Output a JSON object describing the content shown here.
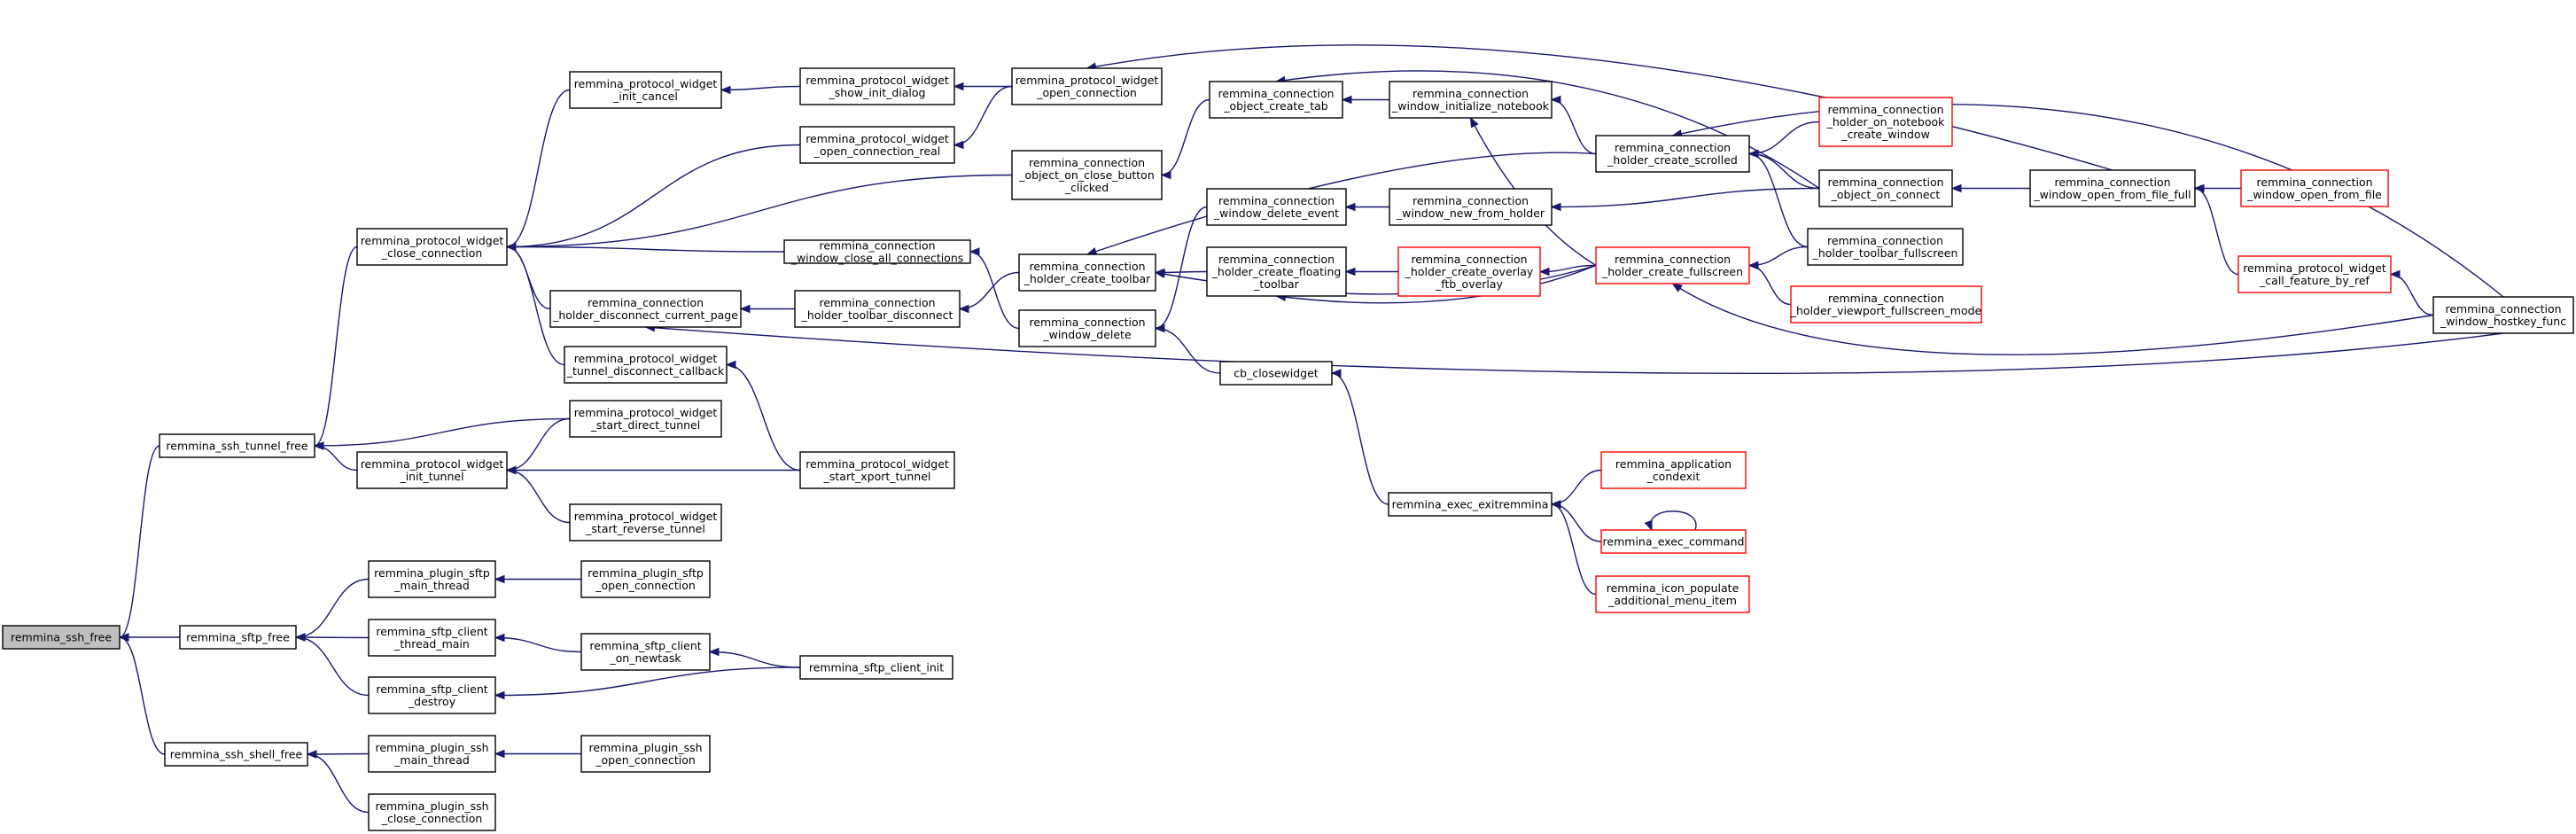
{
  "diagram": {
    "colors": {
      "edge": "#191970",
      "node_border": "#000000",
      "node_border_incomplete": "#ff0000",
      "node_fill": "#ffffff",
      "node_fill_focus": "#bfbfbf"
    },
    "nodes": [
      {
        "id": "n0",
        "lines": [
          "remmina_ssh_free"
        ],
        "focus": true
      },
      {
        "id": "n1",
        "lines": [
          "remmina_ssh_tunnel_free"
        ]
      },
      {
        "id": "n2",
        "lines": [
          "remmina_sftp_free"
        ]
      },
      {
        "id": "n3",
        "lines": [
          "remmina_ssh_shell_free"
        ]
      },
      {
        "id": "n4",
        "lines": [
          "remmina_protocol_widget",
          "_close_connection"
        ]
      },
      {
        "id": "n5",
        "lines": [
          "remmina_protocol_widget",
          "_init_tunnel"
        ]
      },
      {
        "id": "n6",
        "lines": [
          "remmina_plugin_sftp",
          "_main_thread"
        ]
      },
      {
        "id": "n7",
        "lines": [
          "remmina_sftp_client",
          "_thread_main"
        ]
      },
      {
        "id": "n8",
        "lines": [
          "remmina_sftp_client",
          "_destroy"
        ]
      },
      {
        "id": "n9",
        "lines": [
          "remmina_plugin_ssh",
          "_main_thread"
        ]
      },
      {
        "id": "n10",
        "lines": [
          "remmina_plugin_ssh",
          "_close_connection"
        ]
      },
      {
        "id": "n11",
        "lines": [
          "remmina_protocol_widget",
          "_init_cancel"
        ]
      },
      {
        "id": "n12",
        "lines": [
          "remmina_connection",
          "_holder_disconnect_current_page"
        ]
      },
      {
        "id": "n13",
        "lines": [
          "remmina_protocol_widget",
          "_tunnel_disconnect_callback"
        ]
      },
      {
        "id": "n14",
        "lines": [
          "remmina_protocol_widget",
          "_start_direct_tunnel"
        ]
      },
      {
        "id": "n15",
        "lines": [
          "remmina_protocol_widget",
          "_start_reverse_tunnel"
        ]
      },
      {
        "id": "n16",
        "lines": [
          "remmina_plugin_sftp",
          "_open_connection"
        ]
      },
      {
        "id": "n17",
        "lines": [
          "remmina_sftp_client",
          "_on_newtask"
        ]
      },
      {
        "id": "n18",
        "lines": [
          "remmina_plugin_ssh",
          "_open_connection"
        ]
      },
      {
        "id": "n19",
        "lines": [
          "remmina_protocol_widget",
          "_show_init_dialog"
        ]
      },
      {
        "id": "n20",
        "lines": [
          "remmina_protocol_widget",
          "_open_connection_real"
        ]
      },
      {
        "id": "n21",
        "lines": [
          "remmina_connection",
          "_window_close_all_connections"
        ]
      },
      {
        "id": "n22",
        "lines": [
          "remmina_connection",
          "_holder_toolbar_disconnect"
        ]
      },
      {
        "id": "n23",
        "lines": [
          "remmina_protocol_widget",
          "_start_xport_tunnel"
        ]
      },
      {
        "id": "n24",
        "lines": [
          "remmina_sftp_client_init"
        ]
      },
      {
        "id": "n25",
        "lines": [
          "remmina_protocol_widget",
          "_open_connection"
        ]
      },
      {
        "id": "n26",
        "lines": [
          "remmina_connection",
          "_object_on_close_button",
          "_clicked"
        ]
      },
      {
        "id": "n27",
        "lines": [
          "remmina_connection",
          "_holder_create_toolbar"
        ]
      },
      {
        "id": "n28",
        "lines": [
          "remmina_connection",
          "_window_delete"
        ]
      },
      {
        "id": "n29",
        "lines": [
          "remmina_connection",
          "_object_create_tab"
        ]
      },
      {
        "id": "n30",
        "lines": [
          "remmina_connection",
          "_window_delete_event"
        ]
      },
      {
        "id": "n31",
        "lines": [
          "remmina_connection",
          "_holder_create_floating",
          "_toolbar"
        ]
      },
      {
        "id": "n32",
        "lines": [
          "cb_closewidget"
        ]
      },
      {
        "id": "n33",
        "lines": [
          "remmina_connection",
          "_window_initialize_notebook"
        ]
      },
      {
        "id": "n34",
        "lines": [
          "remmina_connection",
          "_window_new_from_holder"
        ]
      },
      {
        "id": "n35",
        "lines": [
          "remmina_connection",
          "_holder_create_overlay",
          "_ftb_overlay"
        ],
        "incomplete": true
      },
      {
        "id": "n36",
        "lines": [
          "remmina_exec_exitremmina"
        ]
      },
      {
        "id": "n37",
        "lines": [
          "remmina_connection",
          "_holder_create_scrolled"
        ]
      },
      {
        "id": "n38",
        "lines": [
          "remmina_connection",
          "_holder_create_fullscreen"
        ],
        "incomplete": true
      },
      {
        "id": "n39",
        "lines": [
          "remmina_application",
          "_condexit"
        ],
        "incomplete": true
      },
      {
        "id": "n40",
        "lines": [
          "remmina_exec_command"
        ],
        "incomplete": true
      },
      {
        "id": "n41",
        "lines": [
          "remmina_icon_populate",
          "_additional_menu_item"
        ],
        "incomplete": true
      },
      {
        "id": "n42",
        "lines": [
          "remmina_connection",
          "_holder_on_notebook",
          "_create_window"
        ],
        "incomplete": true
      },
      {
        "id": "n43",
        "lines": [
          "remmina_connection",
          "_object_on_connect"
        ]
      },
      {
        "id": "n44",
        "lines": [
          "remmina_connection",
          "_holder_toolbar_fullscreen"
        ]
      },
      {
        "id": "n45",
        "lines": [
          "remmina_connection",
          "_holder_viewport_fullscreen_mode"
        ],
        "incomplete": true
      },
      {
        "id": "n46",
        "lines": [
          "remmina_connection",
          "_window_open_from_file_full"
        ]
      },
      {
        "id": "n47",
        "lines": [
          "remmina_connection",
          "_window_open_from_file"
        ],
        "incomplete": true
      },
      {
        "id": "n48",
        "lines": [
          "remmina_protocol_widget",
          "_call_feature_by_ref"
        ],
        "incomplete": true
      },
      {
        "id": "n49",
        "lines": [
          "remmina_connection",
          "_window_hostkey_func"
        ]
      }
    ],
    "edges": [
      {
        "from": "n1",
        "to": "n0"
      },
      {
        "from": "n2",
        "to": "n0"
      },
      {
        "from": "n3",
        "to": "n0"
      },
      {
        "from": "n4",
        "to": "n1"
      },
      {
        "from": "n5",
        "to": "n1"
      },
      {
        "from": "n14",
        "to": "n1"
      },
      {
        "from": "n6",
        "to": "n2"
      },
      {
        "from": "n7",
        "to": "n2"
      },
      {
        "from": "n8",
        "to": "n2"
      },
      {
        "from": "n9",
        "to": "n3"
      },
      {
        "from": "n10",
        "to": "n3"
      },
      {
        "from": "n11",
        "to": "n4"
      },
      {
        "from": "n20",
        "to": "n4"
      },
      {
        "from": "n26",
        "to": "n4"
      },
      {
        "from": "n21",
        "to": "n4"
      },
      {
        "from": "n12",
        "to": "n4"
      },
      {
        "from": "n13",
        "to": "n4"
      },
      {
        "from": "n14",
        "to": "n5"
      },
      {
        "from": "n23",
        "to": "n5"
      },
      {
        "from": "n15",
        "to": "n5"
      },
      {
        "from": "n16",
        "to": "n6"
      },
      {
        "from": "n17",
        "to": "n7"
      },
      {
        "from": "n24",
        "to": "n8"
      },
      {
        "from": "n18",
        "to": "n9"
      },
      {
        "from": "n19",
        "to": "n11"
      },
      {
        "from": "n25",
        "to": "n19"
      },
      {
        "from": "n25",
        "to": "n20"
      },
      {
        "from": "n22",
        "to": "n12"
      },
      {
        "from": "n49",
        "to": "n12"
      },
      {
        "from": "n23",
        "to": "n13"
      },
      {
        "from": "n24",
        "to": "n17"
      },
      {
        "from": "n28",
        "to": "n21"
      },
      {
        "from": "n27",
        "to": "n22"
      },
      {
        "from": "n46",
        "to": "n25"
      },
      {
        "from": "n29",
        "to": "n26"
      },
      {
        "from": "n37",
        "to": "n27"
      },
      {
        "from": "n38",
        "to": "n27"
      },
      {
        "from": "n31",
        "to": "n27"
      },
      {
        "from": "n30",
        "to": "n28"
      },
      {
        "from": "n32",
        "to": "n28"
      },
      {
        "from": "n33",
        "to": "n29"
      },
      {
        "from": "n43",
        "to": "n29"
      },
      {
        "from": "n34",
        "to": "n30"
      },
      {
        "from": "n35",
        "to": "n31"
      },
      {
        "from": "n38",
        "to": "n31"
      },
      {
        "from": "n36",
        "to": "n32"
      },
      {
        "from": "n37",
        "to": "n33"
      },
      {
        "from": "n38",
        "to": "n33"
      },
      {
        "from": "n43",
        "to": "n34"
      },
      {
        "from": "n38",
        "to": "n35"
      },
      {
        "from": "n39",
        "to": "n36"
      },
      {
        "from": "n40",
        "to": "n36"
      },
      {
        "from": "n41",
        "to": "n36"
      },
      {
        "from": "n40",
        "to": "n40"
      },
      {
        "from": "n42",
        "to": "n37"
      },
      {
        "from": "n43",
        "to": "n37"
      },
      {
        "from": "n44",
        "to": "n37"
      },
      {
        "from": "n49",
        "to": "n37"
      },
      {
        "from": "n44",
        "to": "n38"
      },
      {
        "from": "n45",
        "to": "n38"
      },
      {
        "from": "n49",
        "to": "n38"
      },
      {
        "from": "n46",
        "to": "n43"
      },
      {
        "from": "n47",
        "to": "n46"
      },
      {
        "from": "n48",
        "to": "n46"
      },
      {
        "from": "n49",
        "to": "n48"
      }
    ]
  }
}
